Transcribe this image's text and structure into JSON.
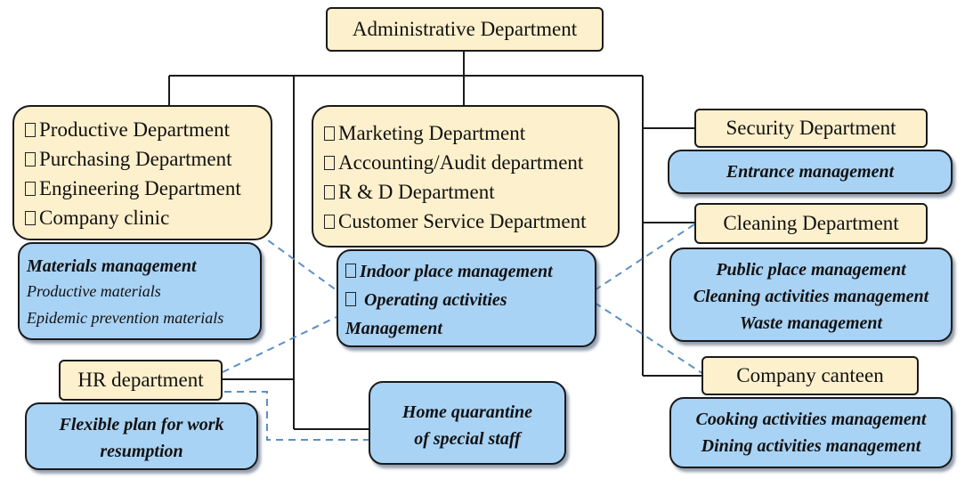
{
  "admin": {
    "title": "Administrative Department"
  },
  "group_left": {
    "items": [
      "Productive  Department",
      "Purchasing  Department",
      "Engineering  Department",
      "Company clinic"
    ]
  },
  "group_mid": {
    "items": [
      "Marketing Department",
      "Accounting/Audit department",
      "R & D Department",
      "Customer Service Department"
    ]
  },
  "security": {
    "title": "Security  Department",
    "task": "Entrance management"
  },
  "cleaning": {
    "title": "Cleaning  Department",
    "tasks": [
      "Public place management",
      "Cleaning activities management",
      "Waste management"
    ]
  },
  "canteen": {
    "title": "Company canteen",
    "tasks": [
      "Cooking activities management",
      "Dining activities management"
    ]
  },
  "materials": {
    "heading": "Materials management",
    "items": [
      "Productive materials",
      "Epidemic prevention materials"
    ]
  },
  "mid_tasks": {
    "lines": [
      "Indoor place management",
      " Operating activities",
      "Management"
    ]
  },
  "hr": {
    "title": "HR department",
    "task_lines": [
      "Flexible plan for work",
      "resumption"
    ]
  },
  "quarantine": {
    "lines": [
      "Home quarantine",
      "of special staff"
    ]
  },
  "colors": {
    "yellow_fill": "#fdf0cc",
    "blue_fill": "#a9d3f5",
    "dashed_line": "#5b8fc7",
    "solid_line": "#1a1a1a"
  }
}
